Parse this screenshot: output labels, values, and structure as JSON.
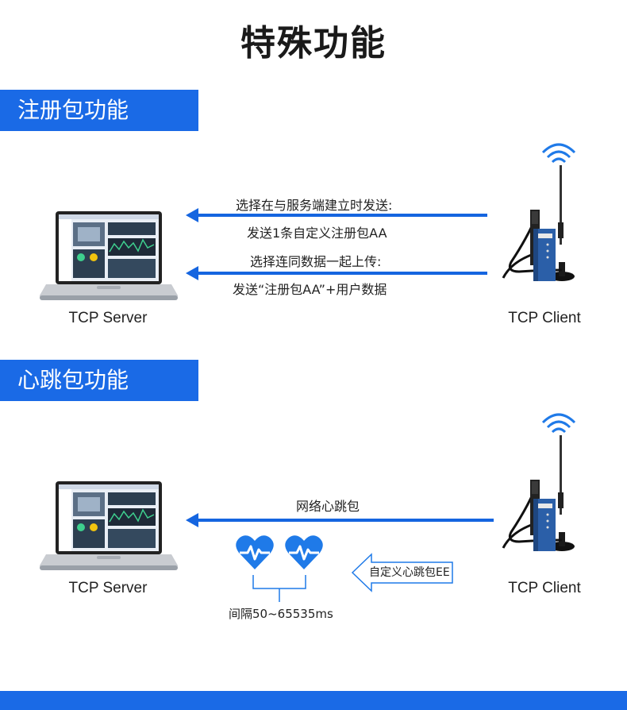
{
  "title": "特殊功能",
  "sections": [
    {
      "heading": "注册包功能",
      "server_label": "TCP Server",
      "client_label": "TCP Client",
      "messages": [
        "选择在与服务端建立时发送:",
        "发送1条自定义注册包AA",
        "选择连同数据一起上传:",
        "发送“注册包AA”+用户数据"
      ]
    },
    {
      "heading": "心跳包功能",
      "server_label": "TCP Server",
      "client_label": "TCP Client",
      "message": "网络心跳包",
      "custom_label": "自定义心跳包EE",
      "interval": "间隔50~65535ms"
    }
  ],
  "colors": {
    "accent": "#1a6ae6",
    "arrow": "#1565e0",
    "heart": "#1f7ae8"
  }
}
